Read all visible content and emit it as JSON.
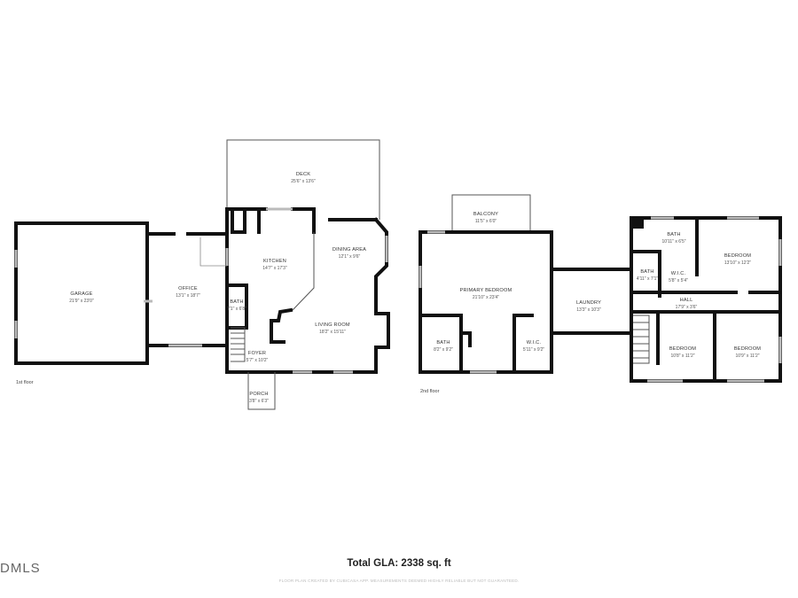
{
  "floors": {
    "first": "1st floor",
    "second": "2nd floor"
  },
  "rooms": {
    "deck": {
      "name": "DECK",
      "dim": "25'6\" x 13'6\""
    },
    "garage": {
      "name": "GARAGE",
      "dim": "21'9\" x 23'0\""
    },
    "office": {
      "name": "OFFICE",
      "dim": "13'1\" x 18'7\""
    },
    "kitchen": {
      "name": "KITCHEN",
      "dim": "14'7\" x 17'3\""
    },
    "dining": {
      "name": "DINING AREA",
      "dim": "12'1\" x 9'6\""
    },
    "bath1": {
      "name": "BATH",
      "dim": "7'1\" x 6'8\""
    },
    "living": {
      "name": "LIVING ROOM",
      "dim": "18'2\" x 15'11\""
    },
    "foyer": {
      "name": "FOYER",
      "dim": "5'7\" x 10'2\""
    },
    "porch": {
      "name": "PORCH",
      "dim": "3'8\" x 6'3\""
    },
    "balcony": {
      "name": "BALCONY",
      "dim": "11'5\" x 6'0\""
    },
    "primary": {
      "name": "PRIMARY BEDROOM",
      "dim": "21'10\" x 23'4\""
    },
    "bath2": {
      "name": "BATH",
      "dim": "8'2\" x 9'2\""
    },
    "wic1": {
      "name": "W.I.C.",
      "dim": "5'11\" x 9'2\""
    },
    "laundry": {
      "name": "LAUNDRY",
      "dim": "13'3\" x 10'3\""
    },
    "bath3": {
      "name": "BATH",
      "dim": "10'11\" x 6'5\""
    },
    "bedroom1": {
      "name": "BEDROOM",
      "dim": "13'10\" x 12'2\""
    },
    "bath4": {
      "name": "BATH",
      "dim": "4'11\" x 7'1\""
    },
    "wic2": {
      "name": "W.I.C.",
      "dim": "5'8\" x 5'4\""
    },
    "hall": {
      "name": "HALL",
      "dim": "17'9\" x 3'6\""
    },
    "bedroom2": {
      "name": "BEDROOM",
      "dim": "10'8\" x 11'2\""
    },
    "bedroom3": {
      "name": "BEDROOM",
      "dim": "10'9\" x 11'2\""
    }
  },
  "total_gla": "Total GLA: 2338 sq. ft",
  "disclaimer": "FLOOR PLAN CREATED BY CUBICASA APP. MEASUREMENTS DEEMED HIGHLY RELIABLE BUT NOT GUARANTEED.",
  "watermark": "DMLS"
}
